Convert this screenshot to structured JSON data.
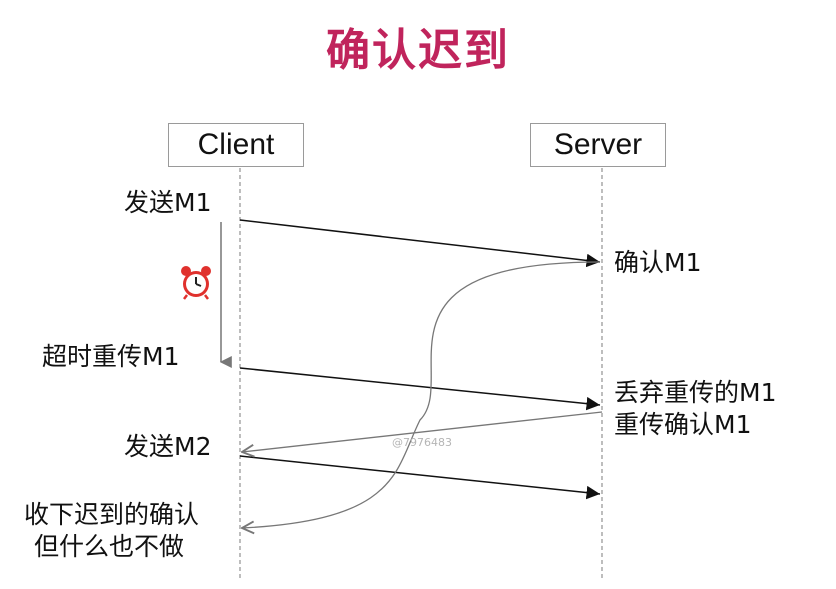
{
  "title": "确认迟到",
  "actors": {
    "client": "Client",
    "server": "Server"
  },
  "client_labels": {
    "send_m1": "发送M1",
    "timeout_resend_m1": "超时重传M1",
    "send_m2": "发送M2",
    "late_ack_line1": "收下迟到的确认",
    "late_ack_line2": "但什么也不做"
  },
  "server_labels": {
    "ack_m1": "确认M1",
    "discard_line1": "丢弃重传的M1",
    "discard_line2": "重传确认M1"
  },
  "icons": {
    "timer": "alarm-clock-icon"
  },
  "watermark": "@7976483",
  "colors": {
    "title": "#c0245c",
    "arrow": "#111111",
    "ack_arrow": "#777777",
    "lifeline": "#9a9a9a",
    "clock": "#e0312d"
  }
}
